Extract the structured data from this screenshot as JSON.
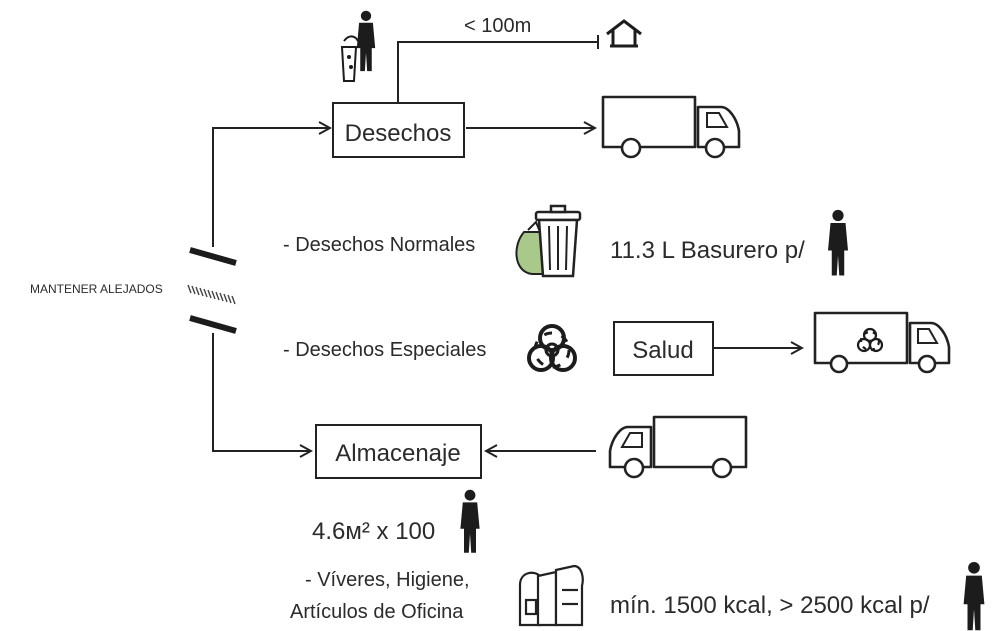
{
  "diagram": {
    "distance_label": "< 100m",
    "side_label": "MANTENER ALEJADOS",
    "boxes": {
      "desechos": "Desechos",
      "salud": "Salud",
      "almacenaje": "Almacenaje"
    },
    "items": {
      "normales": "- Desechos Normales",
      "especiales": "- Desechos Especiales",
      "viveres_line1": "- Víveres, Higiene,",
      "viveres_line2": "Artículos de Oficina"
    },
    "metrics": {
      "basurero": "11.3 L Basurero  p/",
      "area": "4.6м² x 100",
      "kcal": "mín. 1500 kcal,  > 2500 kcal p/"
    },
    "icons": [
      "person-trash-icon",
      "house-icon",
      "truck-icon",
      "trash-can-icon",
      "garbage-bag-icon",
      "person-icon",
      "biohazard-icon",
      "medical-truck-icon",
      "supplies-icon",
      "warning-hatch-icon"
    ]
  }
}
